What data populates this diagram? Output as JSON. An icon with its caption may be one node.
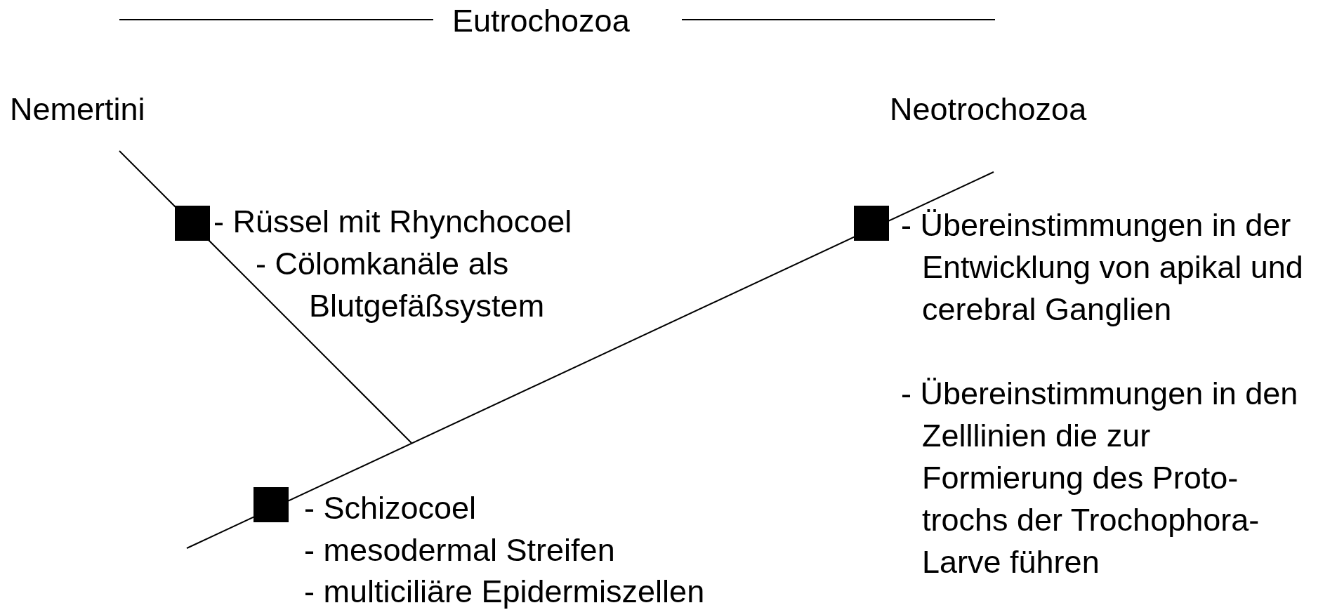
{
  "diagram": {
    "title": "Eutrochozoa",
    "nodes": [
      {
        "text": [
          "Nemertini"
        ]
      },
      {
        "text": [
          "Neotrochozoa"
        ]
      },
      {
        "text": [],
        "shape": "box",
        "beside": [
          "- Rüssel mit Rhynchocoel",
          "- Cölomkanäle als Blutgefäßsystem"
        ]
      },
      {
        "text": [],
        "shape": "box",
        "beside": [
          "- Übereinstimmungen in der Entwicklung von apikal und cerebral Ganglien",
          "- Übereinstimmungen in den Zelllinien die zur Formierung des Proto-trochs der Trochophora-Larve führen"
        ]
      },
      {
        "text": [],
        "shape": "box",
        "beside": [
          "- Schizocoel",
          "- mesodermal Streifen",
          "- multiciliäre Epidermiszellen"
        ]
      }
    ]
  }
}
